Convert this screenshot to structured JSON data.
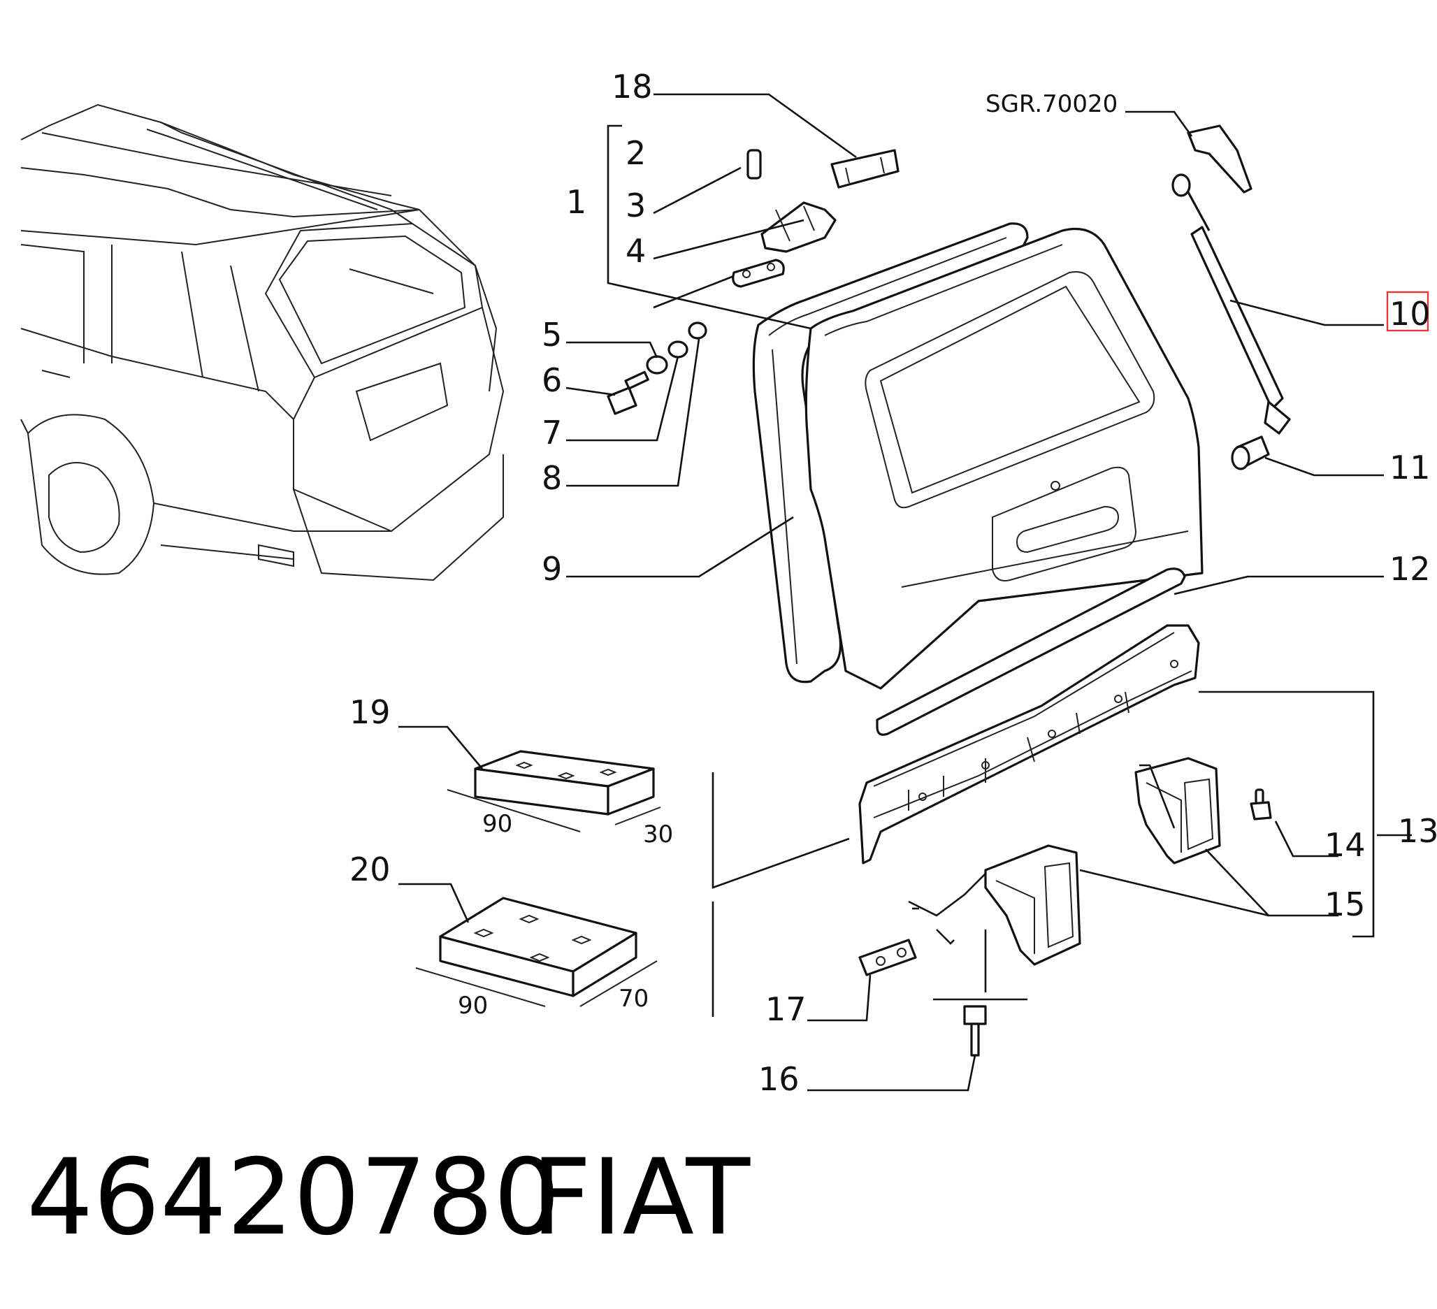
{
  "diagram": {
    "ref_code": "SGR.70020",
    "callouts": {
      "c1": "1",
      "c2": "2",
      "c3": "3",
      "c4": "4",
      "c5": "5",
      "c6": "6",
      "c7": "7",
      "c8": "8",
      "c9": "9",
      "c10": "10",
      "c11": "11",
      "c12": "12",
      "c13": "13",
      "c14": "14",
      "c15": "15",
      "c16": "16",
      "c17": "17",
      "c18": "18",
      "c19": "19",
      "c20": "20"
    },
    "highlighted_callout": "10",
    "dimensions": {
      "pad19_len": "90",
      "pad19_w": "30",
      "pad20_len": "90",
      "pad20_w": "70"
    },
    "highlight_color": "#e53935"
  },
  "footer": {
    "part_number": "46420780",
    "brand": "FIAT"
  }
}
